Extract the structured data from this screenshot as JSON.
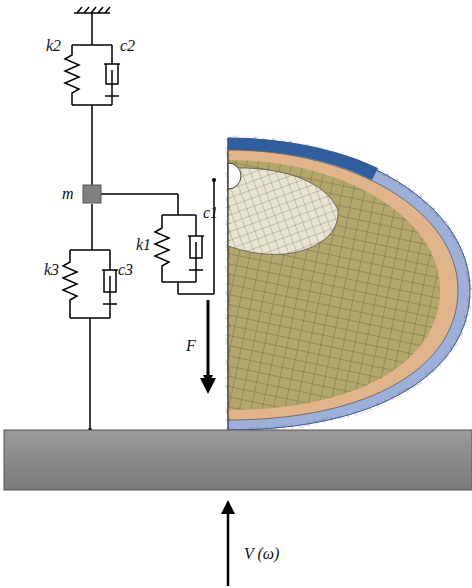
{
  "diagram": {
    "labels": [
      "k2",
      "c2",
      "m",
      "k1",
      "c1",
      "k3",
      "c3",
      "F",
      "V (ω)"
    ]
  }
}
